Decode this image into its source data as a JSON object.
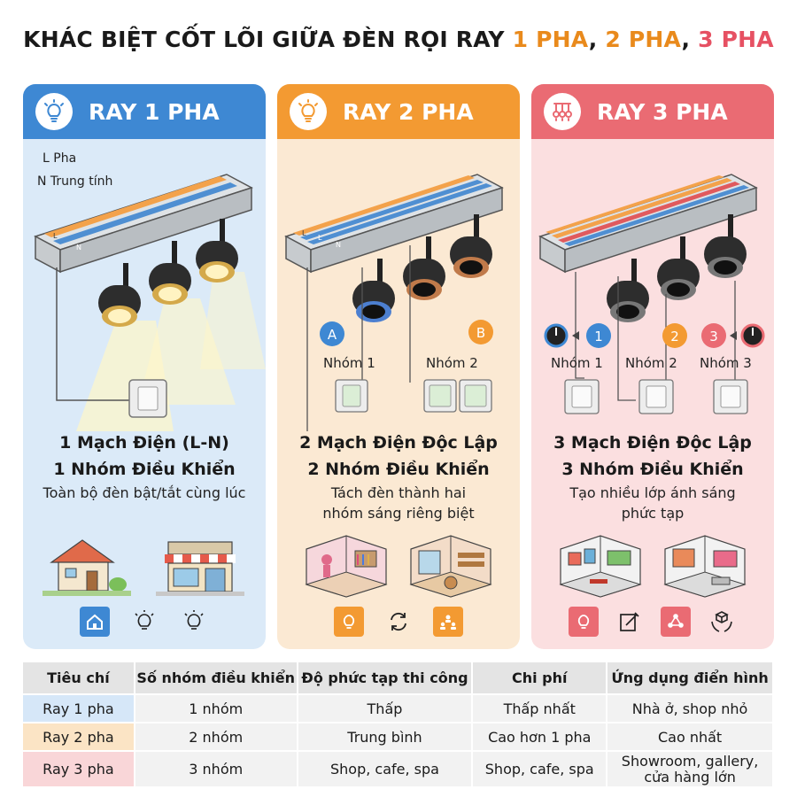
{
  "title": {
    "prefix": "KHÁC BIỆT CỐT LÕI GIỮA ĐÈN RỌI RAY ",
    "p1": "1 PHA",
    "sep1": ", ",
    "p2": "2 PHA",
    "sep2": ", ",
    "p3": "3 PHA"
  },
  "colors": {
    "blue": "#3e88d3",
    "orange": "#f39a32",
    "red": "#ea6b73"
  },
  "panels": [
    {
      "title": "RAY 1 PHA",
      "icon": "lightbulb-icon",
      "rail_labels": [
        "L Pha",
        "N Trung tính"
      ],
      "wire_letters": [
        "L",
        "N"
      ],
      "main_lines": [
        "1 Mạch Điện (L-N)",
        "1 Nhóm Điều Khiển"
      ],
      "desc": "Toàn bộ đèn bật/tắt cùng lúc",
      "scenes": [
        "house-icon",
        "shop-icon"
      ],
      "icons": [
        "home-icon",
        "lightbulb-icon",
        "lightbulb-icon"
      ]
    },
    {
      "title": "RAY 2 PHA",
      "icon": "lightbulb-icon",
      "wire_letters": [
        "L",
        "L",
        "N"
      ],
      "markers": [
        "A",
        "B"
      ],
      "groups": [
        "Nhóm 1",
        "Nhóm 2"
      ],
      "main_lines": [
        "2 Mạch Điện Độc Lập",
        "2 Nhóm Điều Khiển"
      ],
      "desc": "Tách đèn thành hai nhóm sáng riêng biệt",
      "scenes": [
        "boutique-room-icon",
        "cafe-room-icon"
      ],
      "icons": [
        "bulb-tile-icon",
        "refresh-icon",
        "people-tile-icon"
      ]
    },
    {
      "title": "RAY 3 PHA",
      "icon": "chandelier-icon",
      "markers": [
        "1",
        "2",
        "3"
      ],
      "groups": [
        "Nhóm 1",
        "Nhóm 2",
        "Nhóm 3"
      ],
      "main_lines": [
        "3 Mạch Điện Độc Lập",
        "3 Nhóm Điều Khiển"
      ],
      "desc": "Tạo nhiều lớp ánh sáng phức tạp",
      "scenes": [
        "gallery-room-icon",
        "showroom-icon"
      ],
      "icons": [
        "bulb-tile-icon",
        "edit-icon",
        "network-tile-icon",
        "hands-box-icon"
      ]
    }
  ],
  "table": {
    "headers": [
      "Tiêu chí",
      "Số nhóm điều khiển",
      "Độ phức tạp thi công",
      "Chi phí",
      "Ứng dụng điển hình"
    ],
    "rows": [
      [
        "Ray 1 pha",
        "1 nhóm",
        "Thấp",
        "Thấp nhất",
        "Nhà ở, shop nhỏ"
      ],
      [
        "Ray 2 pha",
        "2 nhóm",
        "Trung bình",
        "Cao hơn 1 pha",
        "Cao nhất"
      ],
      [
        "Ray 3 pha",
        "3 nhóm",
        "Shop, cafe, spa",
        "Shop, cafe, spa",
        "Showroom, gallery, cửa hàng lớn"
      ]
    ]
  }
}
